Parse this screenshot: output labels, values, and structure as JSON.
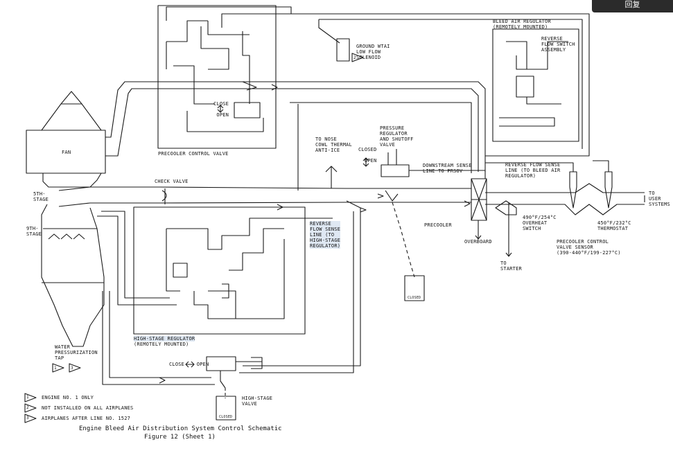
{
  "overlay": {
    "button_label": "回复"
  },
  "labels": {
    "fan": "FAN",
    "fifth_stage": "5TH-\nSTAGE",
    "ninth_stage": "9TH-\nSTAGE",
    "check_valve": "CHECK VALVE",
    "precooler_control_valve": "PRECOOLER CONTROL VALVE",
    "close_open_pcv": "CLOSE\n\n OPEN",
    "ground_wtai": "GROUND WTAI\nLOW FLOW\nSOLENOID",
    "ground_wtai_note": "2",
    "to_nose_cowl": "TO NOSE\nCOWL THERMAL\nANTI-ICE",
    "closed_open_prsov": "CLOSED\n\n  OPEN",
    "prsov": "PRESSURE\nREGULATOR\nAND SHUTOFF\nVALVE",
    "downstream_sense": "DOWNSTREAM SENSE\nLINE TO PRSOV",
    "bleed_air_regulator": "BLEED AIR REGULATOR\n(REMOTELY MOUNTED)",
    "reverse_flow_switch": "REVERSE\nFLOW SWITCH\nASSEMBLY",
    "reverse_flow_sense_bar": "REVERSE FLOW SENSE\nLINE (TO BLEED AIR\nREGULATOR)",
    "to_user_systems": "TO\nUSER\nSYSTEMS",
    "overheat_switch": "490°F/254°C\nOVERHEAT\nSWITCH",
    "precooler": "PRECOOLER",
    "overboard": "OVERBOARD",
    "to_starter": "TO\nSTARTER",
    "thermostat": "450°F/232°C\nTHERMOSTAT",
    "pcv_sensor": "PRECOOLER CONTROL\nVALVE SENSOR\n(390-440°F/199-227°C)",
    "reverse_flow_sense_hsr": "REVERSE\nFLOW SENSE\nLINE (TO\nHIGH-STAGE\nREGULATOR)",
    "high_stage_regulator": "HIGH-STAGE REGULATOR",
    "remotely_mounted": "(REMOTELY MOUNTED)",
    "close_open_hsv": "CLOSE    OPEN",
    "high_stage_valve": "HIGH-STAGE\nVALVE",
    "water_tap": "WATER\nPRESSURIZATION\nTAP",
    "water_tap_notes": [
      "1",
      "3"
    ],
    "closed_small": "CLOSED",
    "open_small": "OPEN"
  },
  "notes": [
    {
      "num": "1",
      "text": "ENGINE NO. 1 ONLY"
    },
    {
      "num": "2",
      "text": "NOT INSTALLED ON ALL AIRPLANES"
    },
    {
      "num": "3",
      "text": "AIRPLANES AFTER LINE NO. 1527"
    }
  ],
  "caption": {
    "title": "Engine Bleed Air Distribution System Control Schematic",
    "figure": "Figure 12 (Sheet 1)"
  },
  "colors": {
    "line": "#1a1a1a",
    "highlight": "#dfe8f3",
    "overlay": "#2b2b2b"
  }
}
